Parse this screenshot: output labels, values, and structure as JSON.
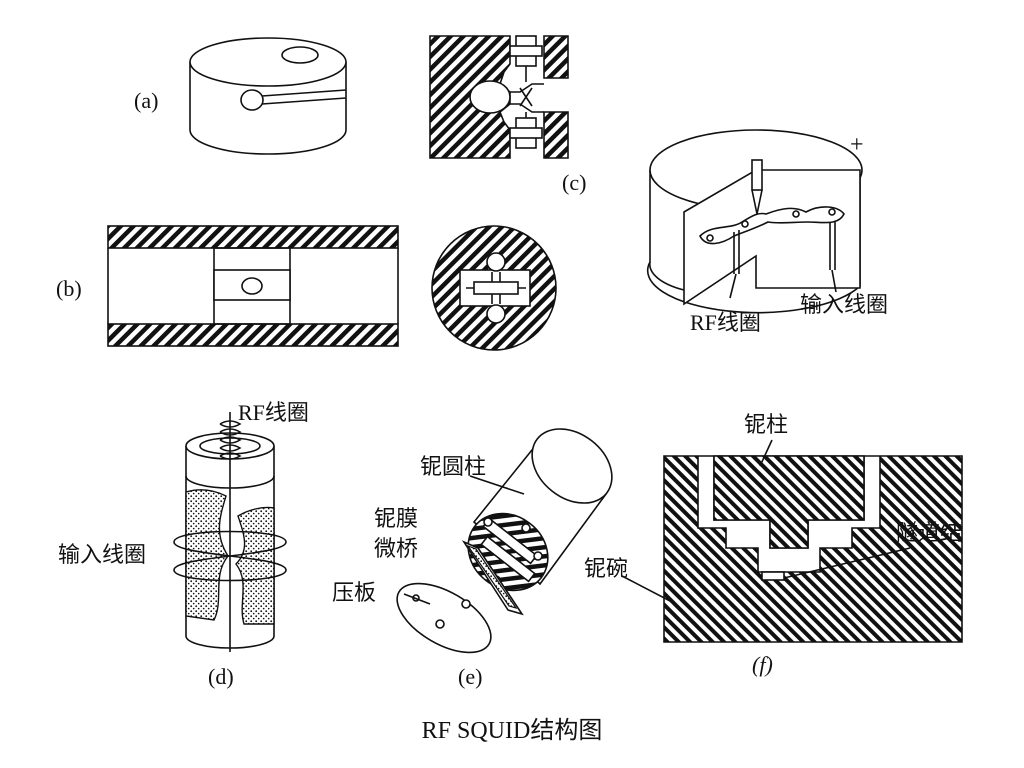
{
  "figure": {
    "caption": "RF SQUID结构图",
    "colors": {
      "ink": "#111111",
      "paper": "#ffffff"
    }
  },
  "panels": {
    "a": {
      "tag": "(a)"
    },
    "b": {
      "tag": "(b)"
    },
    "c": {
      "tag": "(c)",
      "plus": "+",
      "rf_coil": "RF线圈",
      "input_coil": "输入线圈"
    },
    "d": {
      "tag": "(d)",
      "rf_coil": "RF线圈",
      "input_coil": "输入线圈"
    },
    "e": {
      "tag": "(e)",
      "nb_cylinder": "铌圆柱",
      "nb_film_1": "铌膜",
      "nb_film_2": "微桥",
      "press_plate": "压板"
    },
    "f": {
      "tag": "(f)",
      "nb_post": "铌柱",
      "nb_bowl": "铌碗",
      "tunnel_junction": "隧道结"
    }
  }
}
